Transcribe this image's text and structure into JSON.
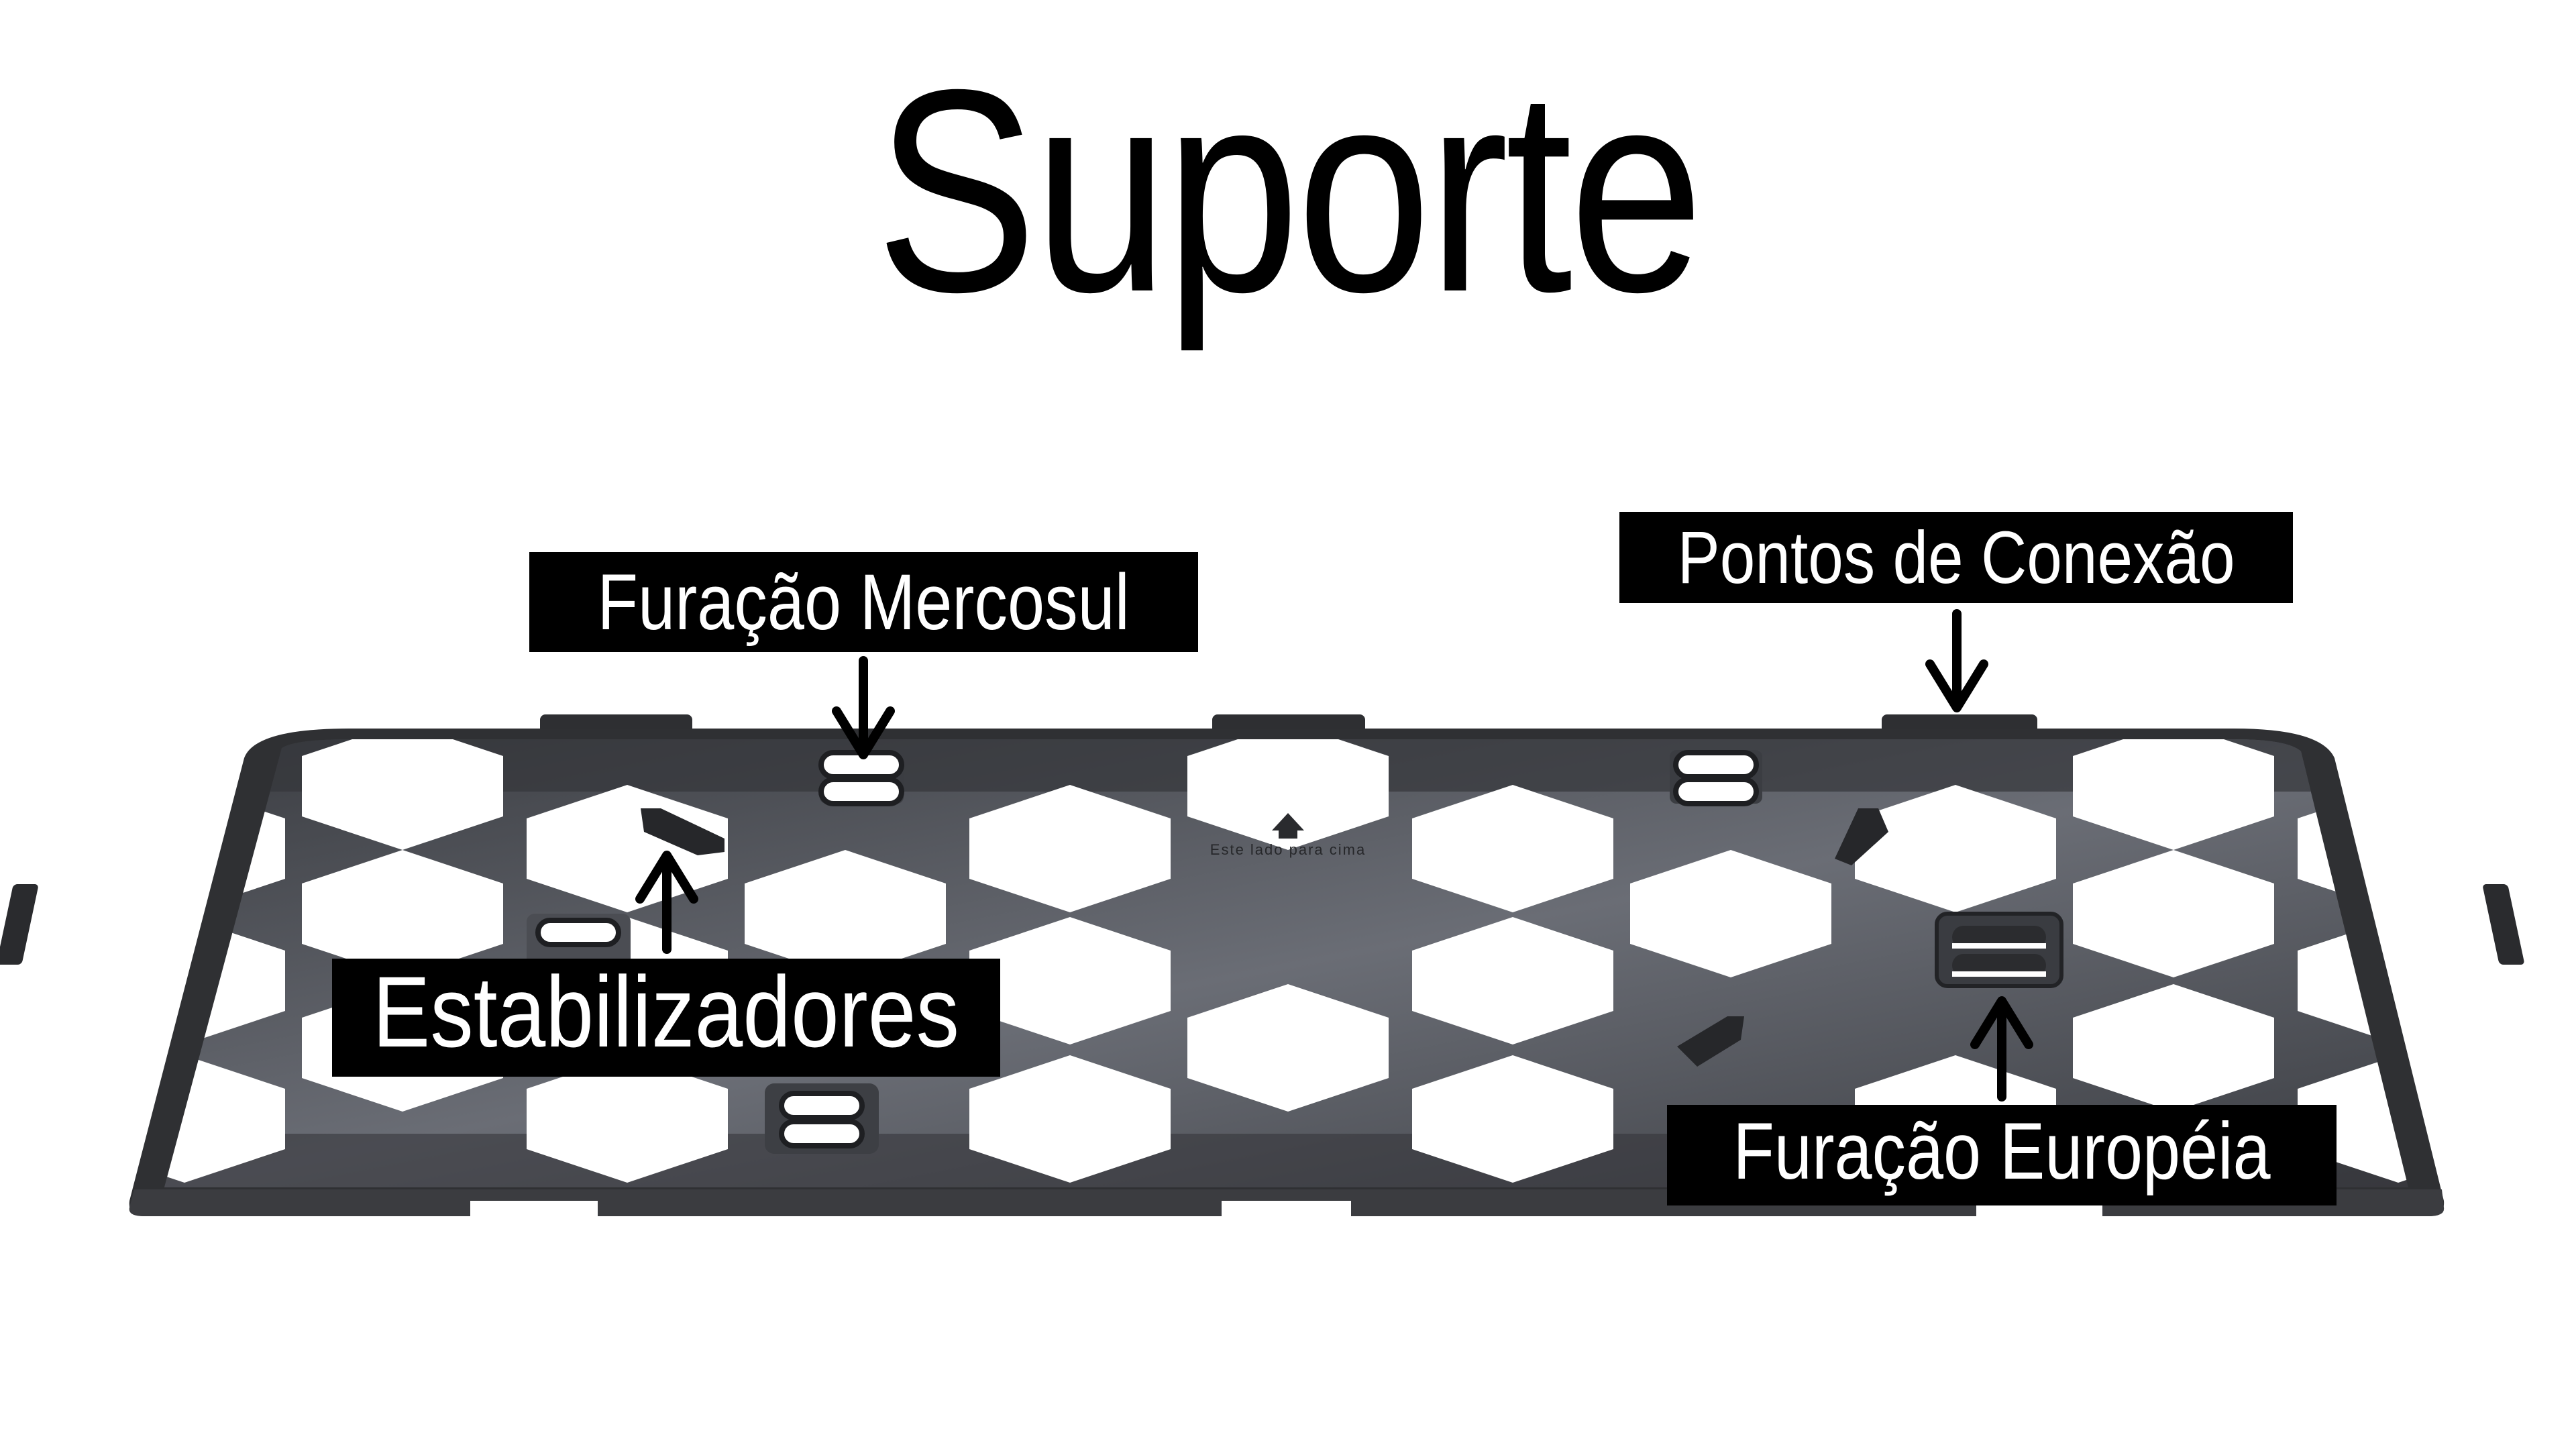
{
  "title": "Suporte",
  "plate": {
    "embossed_text": "Este lado para cima",
    "colors": {
      "frame": "#2f3033",
      "tile_dark": "#3d3f44",
      "tile_light": "#6b6e76",
      "holes": "#ffffff"
    }
  },
  "annotations": [
    {
      "id": "mercosul",
      "label": "Furação Mercosul",
      "arrow": "down"
    },
    {
      "id": "conexao",
      "label": "Pontos de Conexão",
      "arrow": "down"
    },
    {
      "id": "estabilizadores",
      "label": "Estabilizadores",
      "arrow": "up"
    },
    {
      "id": "europeia",
      "label": "Furação Européia",
      "arrow": "up"
    }
  ],
  "colors": {
    "background": "#ffffff",
    "label_bg": "#000000",
    "label_text": "#ffffff",
    "arrow": "#000000"
  }
}
